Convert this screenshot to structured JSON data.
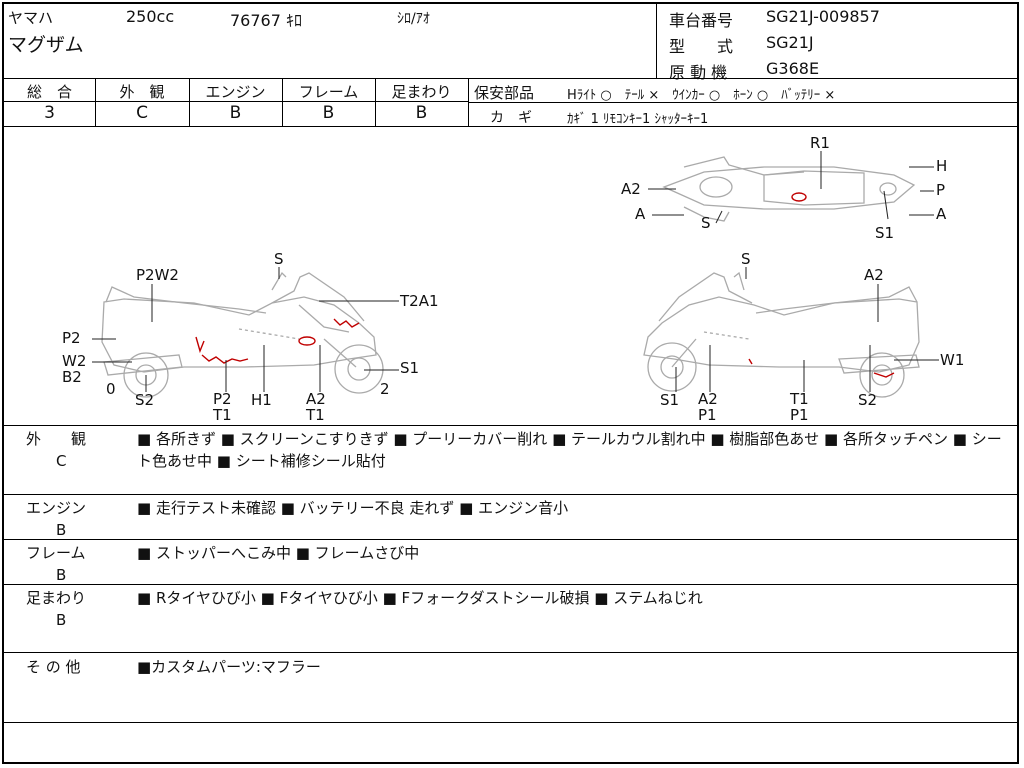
{
  "header": {
    "maker": "ヤマハ",
    "displacement": "250cc",
    "mileage": "76767 ｷﾛ",
    "color": "ｼﾛ/ｱｵ",
    "model": "マグザム",
    "chassis_label": "車台番号",
    "chassis_value": "SG21J-009857",
    "type_label": "型　　式",
    "type_value": "SG21J",
    "engine_label": "原 動 機",
    "engine_value": "G368E"
  },
  "grades": {
    "overall_label": "総　合",
    "overall_value": "3",
    "exterior_label": "外　観",
    "exterior_value": "C",
    "engine_label": "エンジン",
    "engine_value": "B",
    "frame_label": "フレーム",
    "frame_value": "B",
    "suspension_label": "足まわり",
    "suspension_value": "B"
  },
  "safety": {
    "label": "保安部品",
    "items": "Hﾗｲﾄ ○　ﾃｰﾙ ×　ｳｲﾝｶｰ ○　ﾎｰﾝ ○　ﾊﾞｯﾃﾘｰ ×",
    "key_label": "カ　ギ",
    "key_value": "ｶｷﾞ 1 ﾘﾓｺﾝｷｰ1 ｼｬｯﾀｰｷｰ1"
  },
  "diagram_labels": {
    "top_r1": "R1",
    "top_h": "H",
    "top_p": "P",
    "top_a_right": "A",
    "top_a2": "A2",
    "top_a_left": "A",
    "top_s": "S",
    "top_s1": "S1",
    "left_s": "S",
    "left_p2w2": "P2W2",
    "left_t2a1": "T2A1",
    "left_p2": "P2",
    "left_w2": "W2",
    "left_b2": "B2",
    "left_0": "0",
    "left_s1": "S1",
    "left_2": "2",
    "left_bottom": [
      "S2",
      "P2\nT1",
      "H1",
      "A2\nT1"
    ],
    "right_s": "S",
    "right_a2": "A2",
    "right_w1": "W1",
    "right_bottom": [
      "S1",
      "A2\nP1",
      "T1\nP1",
      "S2"
    ]
  },
  "notes": [
    {
      "head": "外　　観",
      "grade": "C",
      "text": "■ 各所きず ■ スクリーンこすりきず ■ プーリーカバー削れ ■ テールカウル割れ中 ■ 樹脂部色あせ ■ 各所タッチペン ■ シート色あせ中 ■ シート補修シール貼付"
    },
    {
      "head": "エンジン",
      "grade": "B",
      "text": "■ 走行テスト未確認 ■ バッテリー不良 走れず ■ エンジン音小"
    },
    {
      "head": "フレーム",
      "grade": "B",
      "text": "■ ストッパーへこみ中 ■ フレームさび中"
    },
    {
      "head": "足まわり",
      "grade": "B",
      "text": "■ Rタイヤひび小 ■ Fタイヤひび小 ■ Fフォークダストシール破損 ■ ステムねじれ"
    },
    {
      "head": "そ の 他",
      "grade": "",
      "text": "■カスタムパーツ:マフラー"
    }
  ]
}
